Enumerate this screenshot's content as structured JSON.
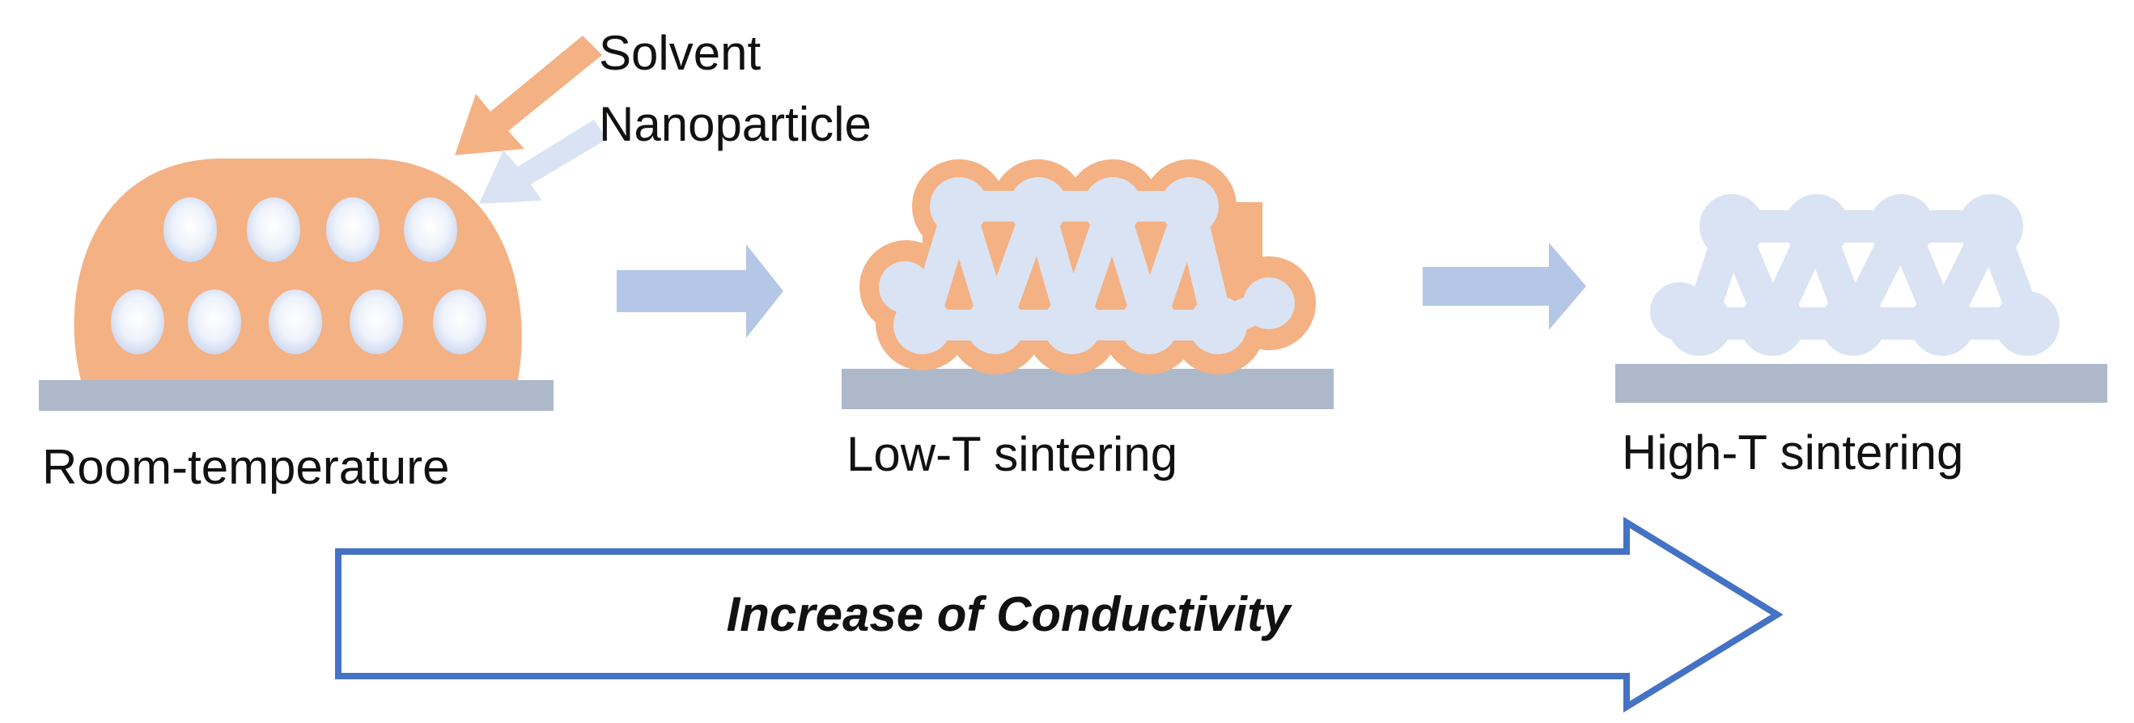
{
  "legend": {
    "solvent_label": "Solvent",
    "nanoparticle_label": "Nanoparticle"
  },
  "stages": {
    "room_temperature": "Room-temperature",
    "low_t_sintering": "Low-T sintering",
    "high_t_sintering": "High-T sintering"
  },
  "trend": {
    "label": "Increase of Conductivity"
  },
  "colors": {
    "solvent": "#F4B183",
    "nanoparticle": "#DAE3F3",
    "substrate": "#ADB9CA",
    "step_arrow": "#B4C7E7",
    "trend_arrow_stroke": "#4472C4",
    "text": "#111111"
  }
}
